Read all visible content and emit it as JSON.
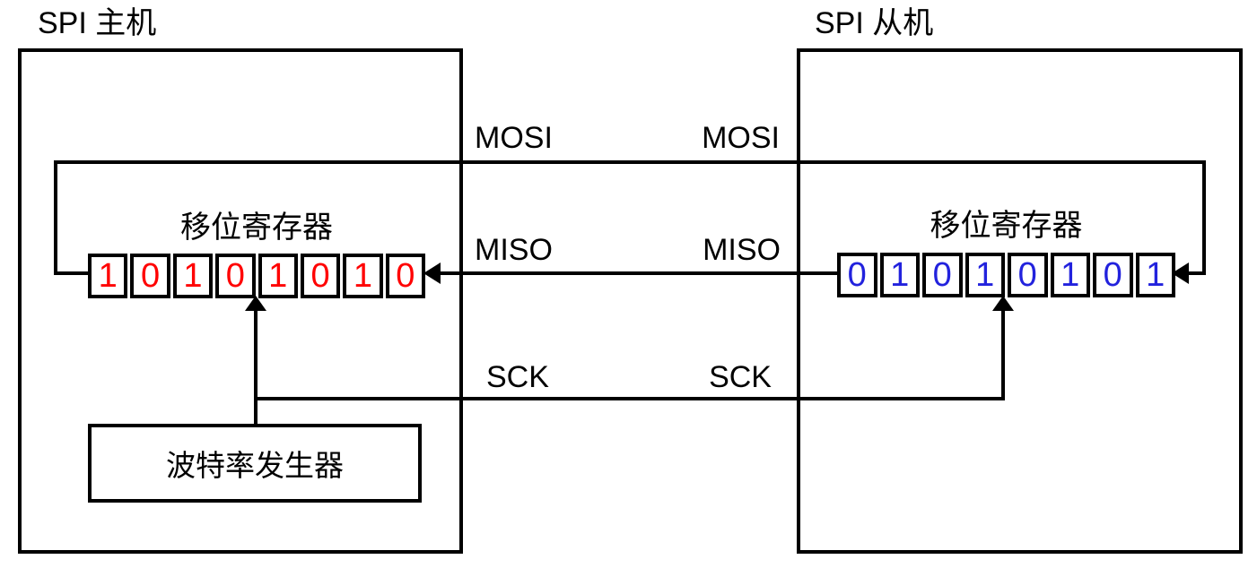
{
  "diagram": {
    "master": {
      "title": "SPI 主机",
      "register": {
        "label": "移位寄存器",
        "bits": [
          "1",
          "0",
          "1",
          "0",
          "1",
          "0",
          "1",
          "0"
        ],
        "bit_color": "#ff0000"
      },
      "baud_generator": {
        "label": "波特率发生器"
      }
    },
    "slave": {
      "title": "SPI 从机",
      "register": {
        "label": "移位寄存器",
        "bits": [
          "0",
          "1",
          "0",
          "1",
          "0",
          "1",
          "0",
          "1"
        ],
        "bit_color": "#2222dd"
      }
    },
    "signals": {
      "mosi": {
        "master_label": "MOSI",
        "slave_label": "MOSI"
      },
      "miso": {
        "master_label": "MISO",
        "slave_label": "MISO"
      },
      "sck": {
        "master_label": "SCK",
        "slave_label": "SCK"
      }
    },
    "colors": {
      "line": "#000000",
      "master_bits": "#ff0000",
      "slave_bits": "#2222dd",
      "background": "#ffffff"
    }
  }
}
